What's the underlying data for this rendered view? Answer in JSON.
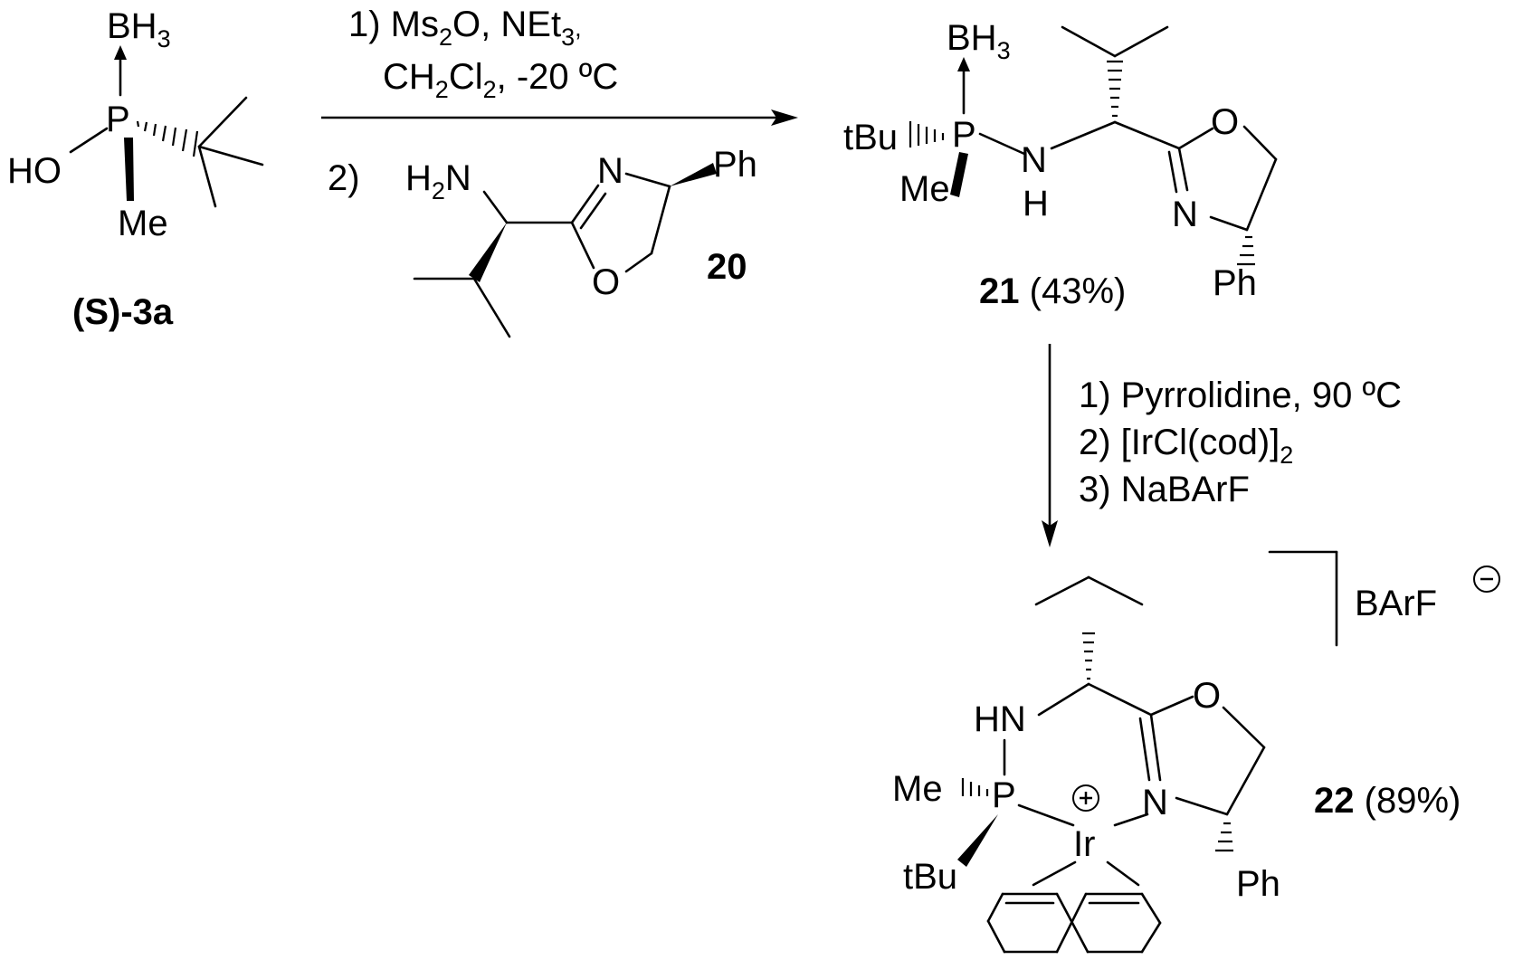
{
  "compounds": {
    "start": {
      "label": "(S)-3a",
      "atoms": {
        "bh3": "BH",
        "bh3_sub": "3",
        "p": "P",
        "ho": "HO",
        "me": "Me"
      }
    },
    "amine": {
      "label": "20",
      "atoms": {
        "h2n_h": "H",
        "h2n_sub": "2",
        "h2n_n": "N",
        "n": "N",
        "o": "O",
        "ph": "Ph"
      }
    },
    "intermediate": {
      "label": "21",
      "yield": "(43%)",
      "atoms": {
        "bh3": "BH",
        "bh3_sub": "3",
        "tbu": "tBu",
        "p": "P",
        "me": "Me",
        "nh_n": "N",
        "nh_h": "H",
        "o": "O",
        "n": "N",
        "ph": "Ph"
      }
    },
    "product": {
      "label": "22",
      "yield": "(89%)",
      "counterion": "BArF",
      "atoms": {
        "hn": "HN",
        "me": "Me",
        "p": "P",
        "ir": "Ir",
        "n": "N",
        "o": "O",
        "tbu": "tBu",
        "ph": "Ph"
      }
    }
  },
  "step1": {
    "reagent_line1": {
      "a": "1) Ms",
      "a_sub": "2",
      "b": "O, NEt",
      "b_sub": "3",
      "c": ","
    },
    "reagent_line2": {
      "a": "CH",
      "a_sub": "2",
      "b": "Cl",
      "b_sub": "2",
      "c": ", -20 ºC"
    },
    "reagent_line3": "2)"
  },
  "step2": {
    "line1": "1) Pyrrolidine, 90 ºC",
    "line2": {
      "a": "2) [IrCl(cod)]",
      "a_sub": "2"
    },
    "line3": "3) NaBArF"
  }
}
